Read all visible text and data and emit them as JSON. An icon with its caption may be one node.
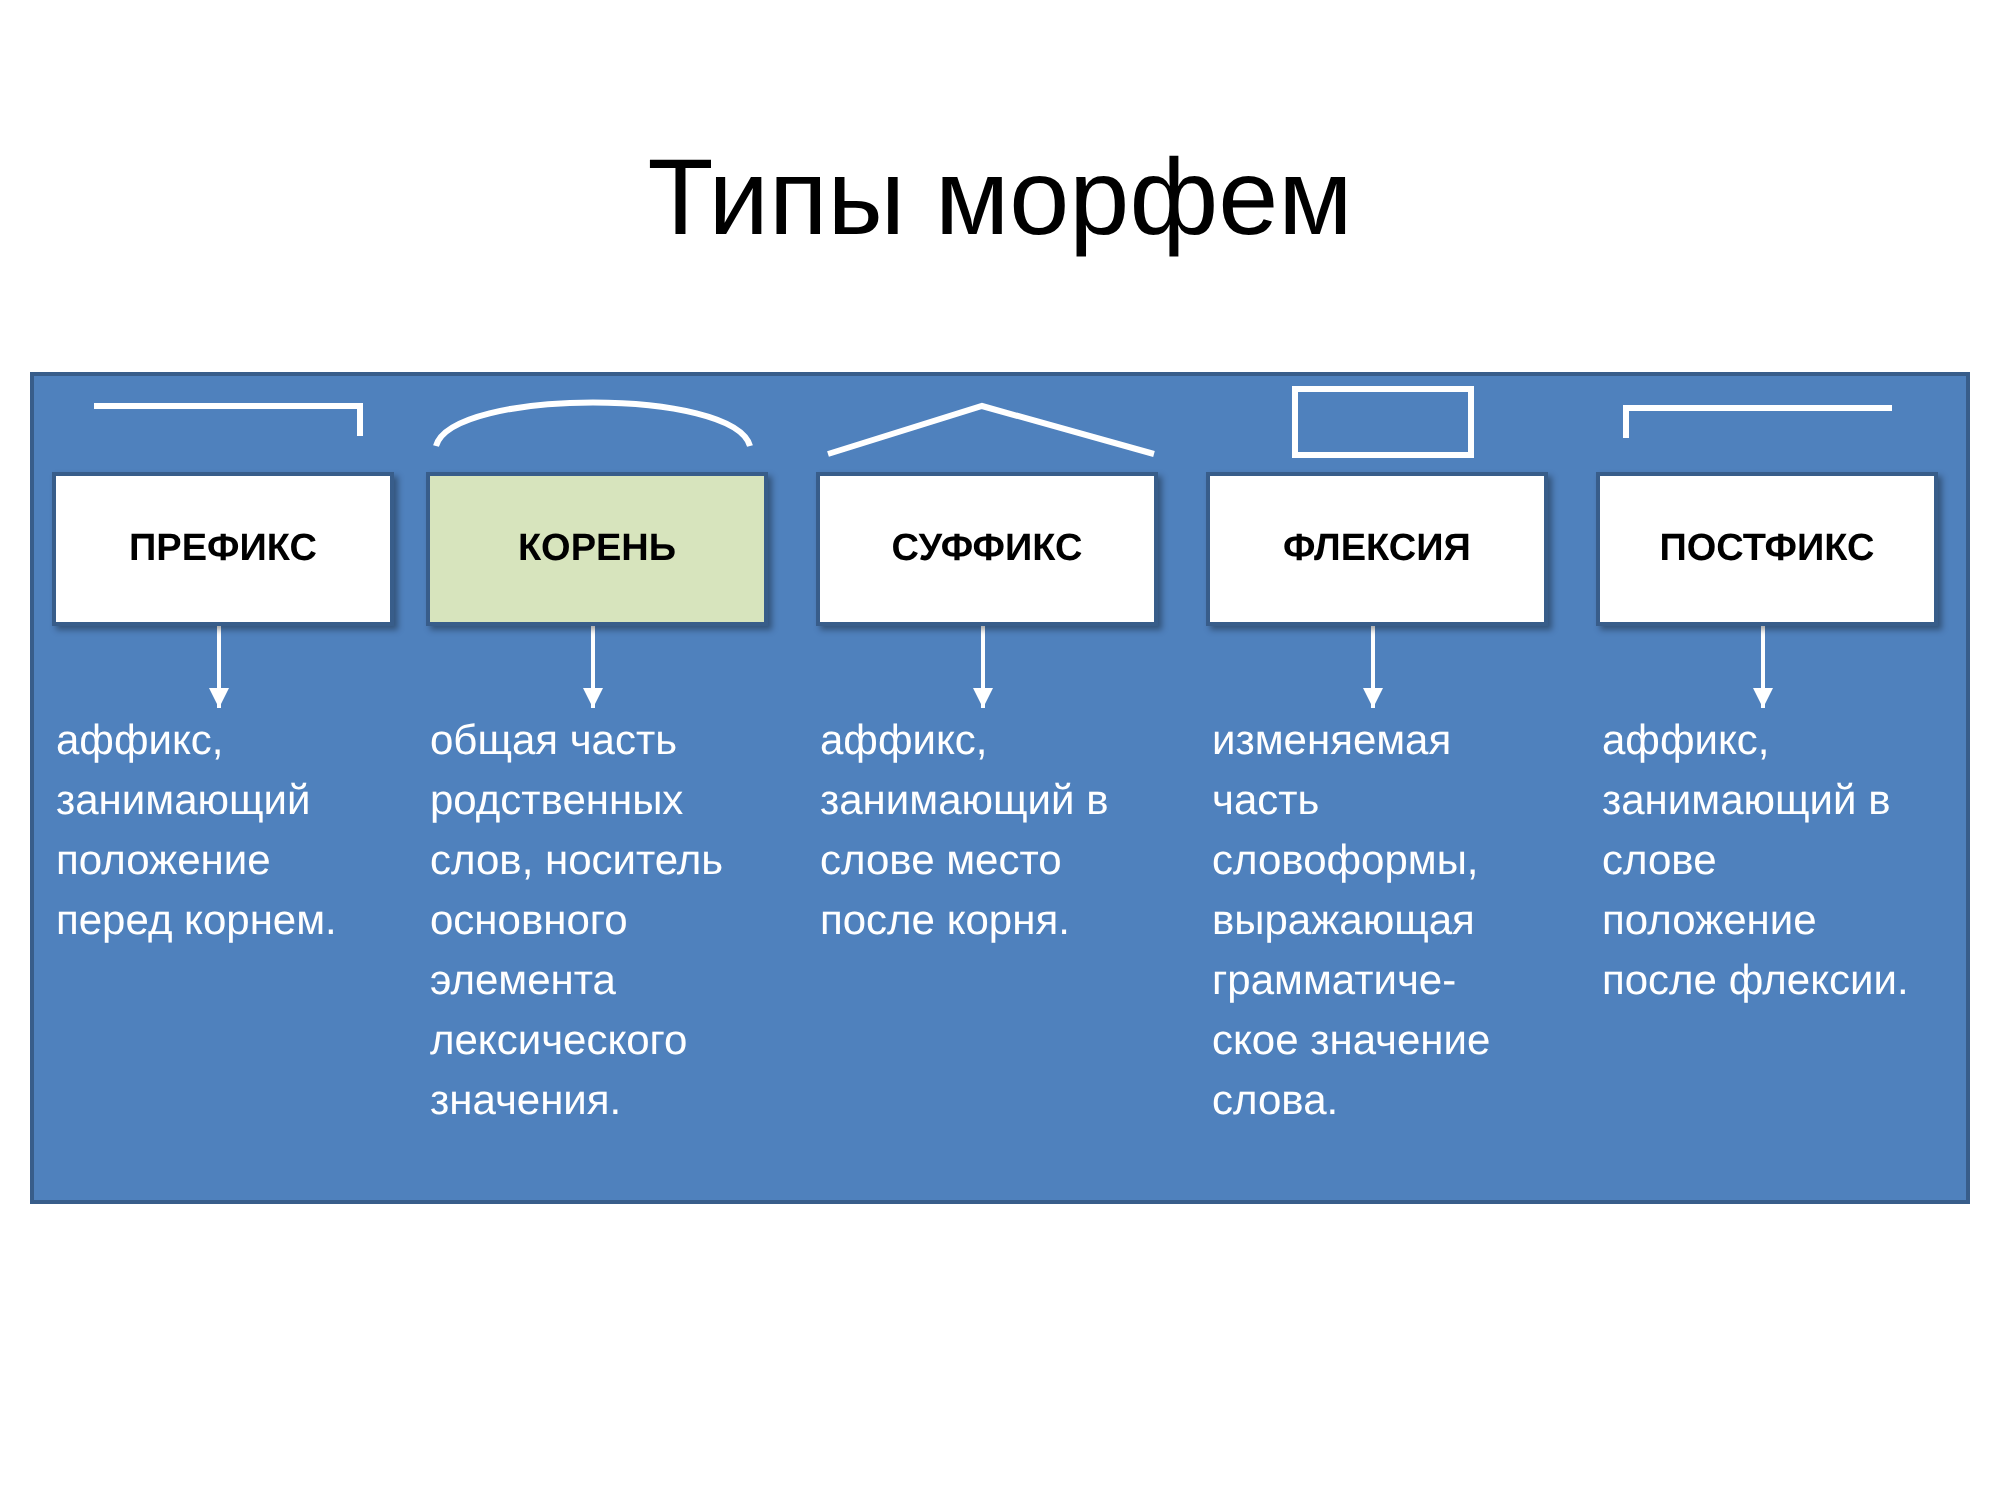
{
  "diagram": {
    "title": "Типы морфем",
    "nodes": [
      {
        "text": [],
        "shape": "box"
      },
      {
        "text": [
          "ПРЕФИКС"
        ],
        "in": 0
      },
      {
        "text": [
          "КОРЕНЬ"
        ],
        "in": 0
      },
      {
        "text": [
          "СУФФИКС"
        ],
        "in": 0
      },
      {
        "text": [
          "ФЛЕКСИЯ"
        ],
        "in": 0
      },
      {
        "text": [
          "ПОСТФИКС"
        ],
        "in": 0
      },
      {
        "text": [
          "аффикс, занимающий положение перед корнем."
        ],
        "in": 0
      },
      {
        "text": [
          "общая часть родственных слов, носитель основного элемента лексического значения."
        ],
        "in": 0
      },
      {
        "text": [
          "аффикс, занимающий в слове место после корня."
        ],
        "in": 0
      },
      {
        "text": [
          "изменяемая часть словоформы, выражающая грамматиче- ское значение слова."
        ],
        "in": 0
      },
      {
        "text": [
          "аффикс, занимающий в слове положение после флексии."
        ],
        "in": 0
      }
    ],
    "edges": [
      {
        "from": 1,
        "to": 6,
        "arrow": "to"
      },
      {
        "from": 2,
        "to": 7,
        "arrow": "to"
      },
      {
        "from": 3,
        "to": 8,
        "arrow": "to"
      },
      {
        "from": 4,
        "to": 9,
        "arrow": "to"
      },
      {
        "from": 5,
        "to": 10,
        "arrow": "to"
      }
    ]
  }
}
